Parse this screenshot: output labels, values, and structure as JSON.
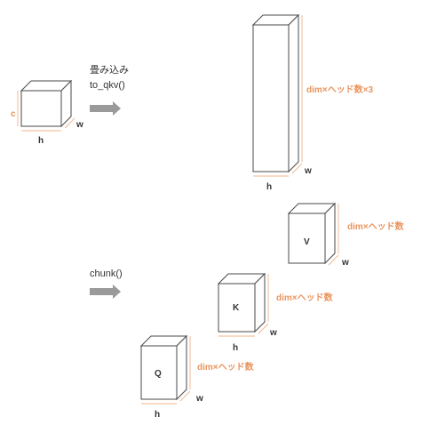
{
  "input_block": {
    "c_label": "c",
    "h_label": "h",
    "w_label": "w"
  },
  "step1": {
    "line1": "畳み込み",
    "line2": "to_qkv()"
  },
  "tall_block": {
    "dim_label": "dim×ヘッド数×3",
    "h_label": "h",
    "w_label": "w"
  },
  "step2": {
    "label": "chunk()"
  },
  "v_block": {
    "name": "V",
    "dim_label": "dim×ヘッド数",
    "w_label": "w"
  },
  "k_block": {
    "name": "K",
    "dim_label": "dim×ヘッド数",
    "h_label": "h",
    "w_label": "w"
  },
  "q_block": {
    "name": "Q",
    "dim_label": "dim×ヘッド数",
    "h_label": "h",
    "w_label": "w"
  },
  "colors": {
    "dimension_accent": "#e8955e",
    "dimension_line": "#f2b48a",
    "arrow": "#9a9a9a",
    "edge": "#4a4a4a"
  }
}
